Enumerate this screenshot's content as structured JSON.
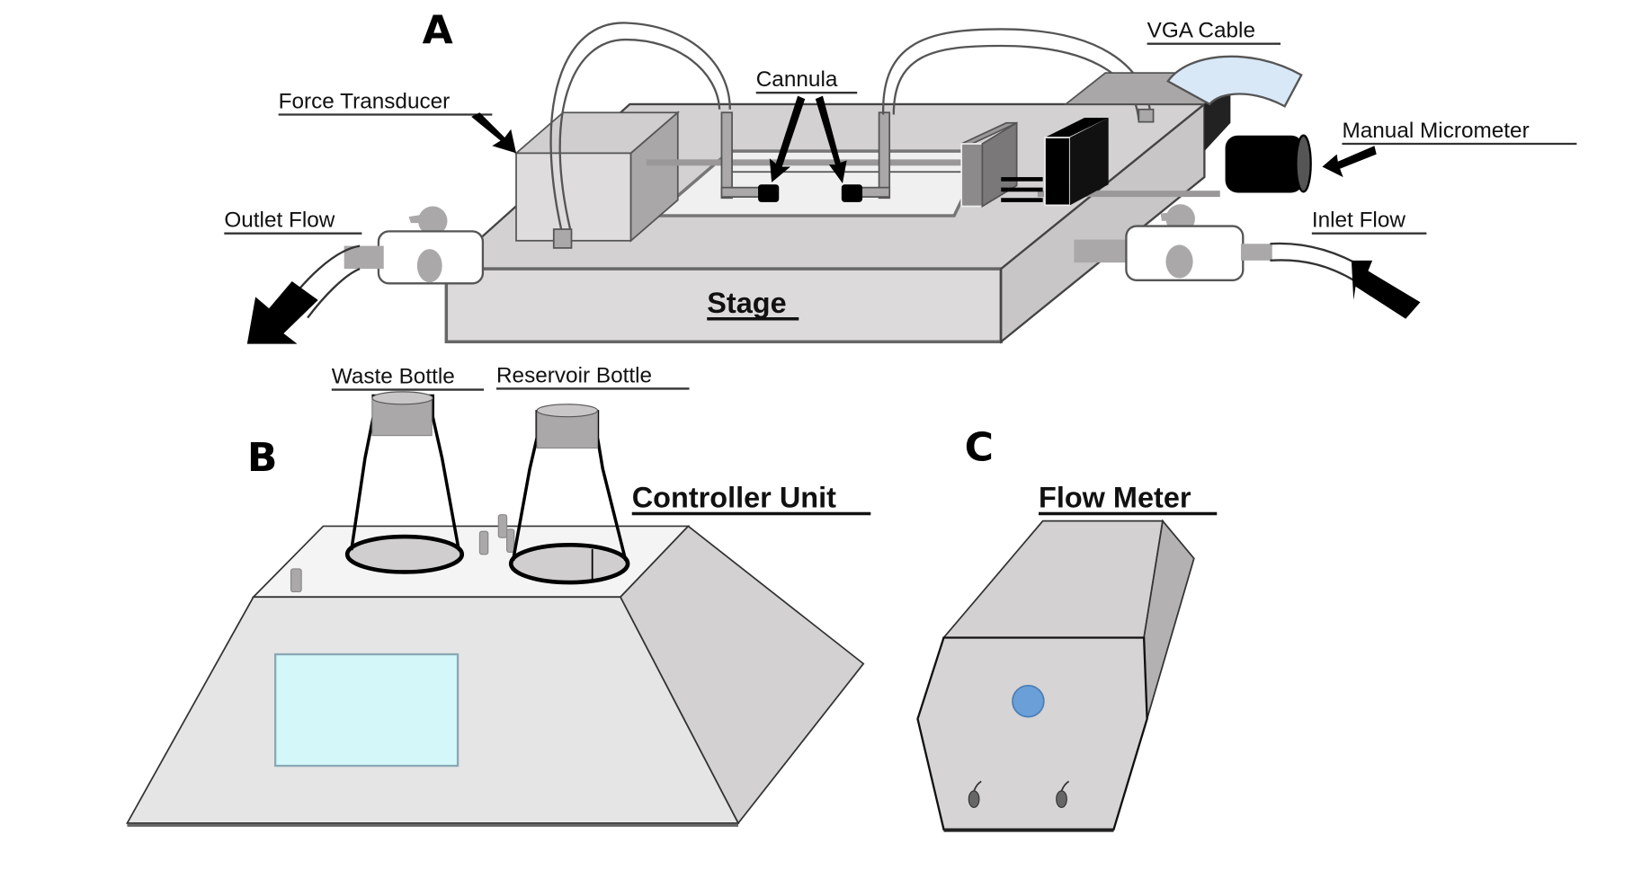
{
  "figure": {
    "panels": [
      {
        "id": "A",
        "label": "A"
      },
      {
        "id": "B",
        "label": "B"
      },
      {
        "id": "C",
        "label": "C"
      }
    ],
    "panel_a": {
      "labels": {
        "force_transducer": "Force Transducer",
        "cannula": "Cannula",
        "vga_cable": "VGA Cable",
        "manual_micrometer": "Manual Micrometer",
        "outlet_flow": "Outlet Flow",
        "inlet_flow": "Inlet Flow",
        "stage": "Stage"
      }
    },
    "panel_b": {
      "labels": {
        "waste_bottle": "Waste Bottle",
        "reservoir_bottle": "Reservoir Bottle",
        "controller_unit": "Controller Unit"
      }
    },
    "panel_c": {
      "labels": {
        "flow_meter": "Flow Meter"
      }
    },
    "colors": {
      "stage_gray": "#d6d4d4",
      "dark_gray": "#8a8888",
      "screen_cyan": "#d4f8fa",
      "vga_blue": "#d9e8f7",
      "indicator_blue": "#6a9fd8",
      "black": "#000000"
    }
  }
}
